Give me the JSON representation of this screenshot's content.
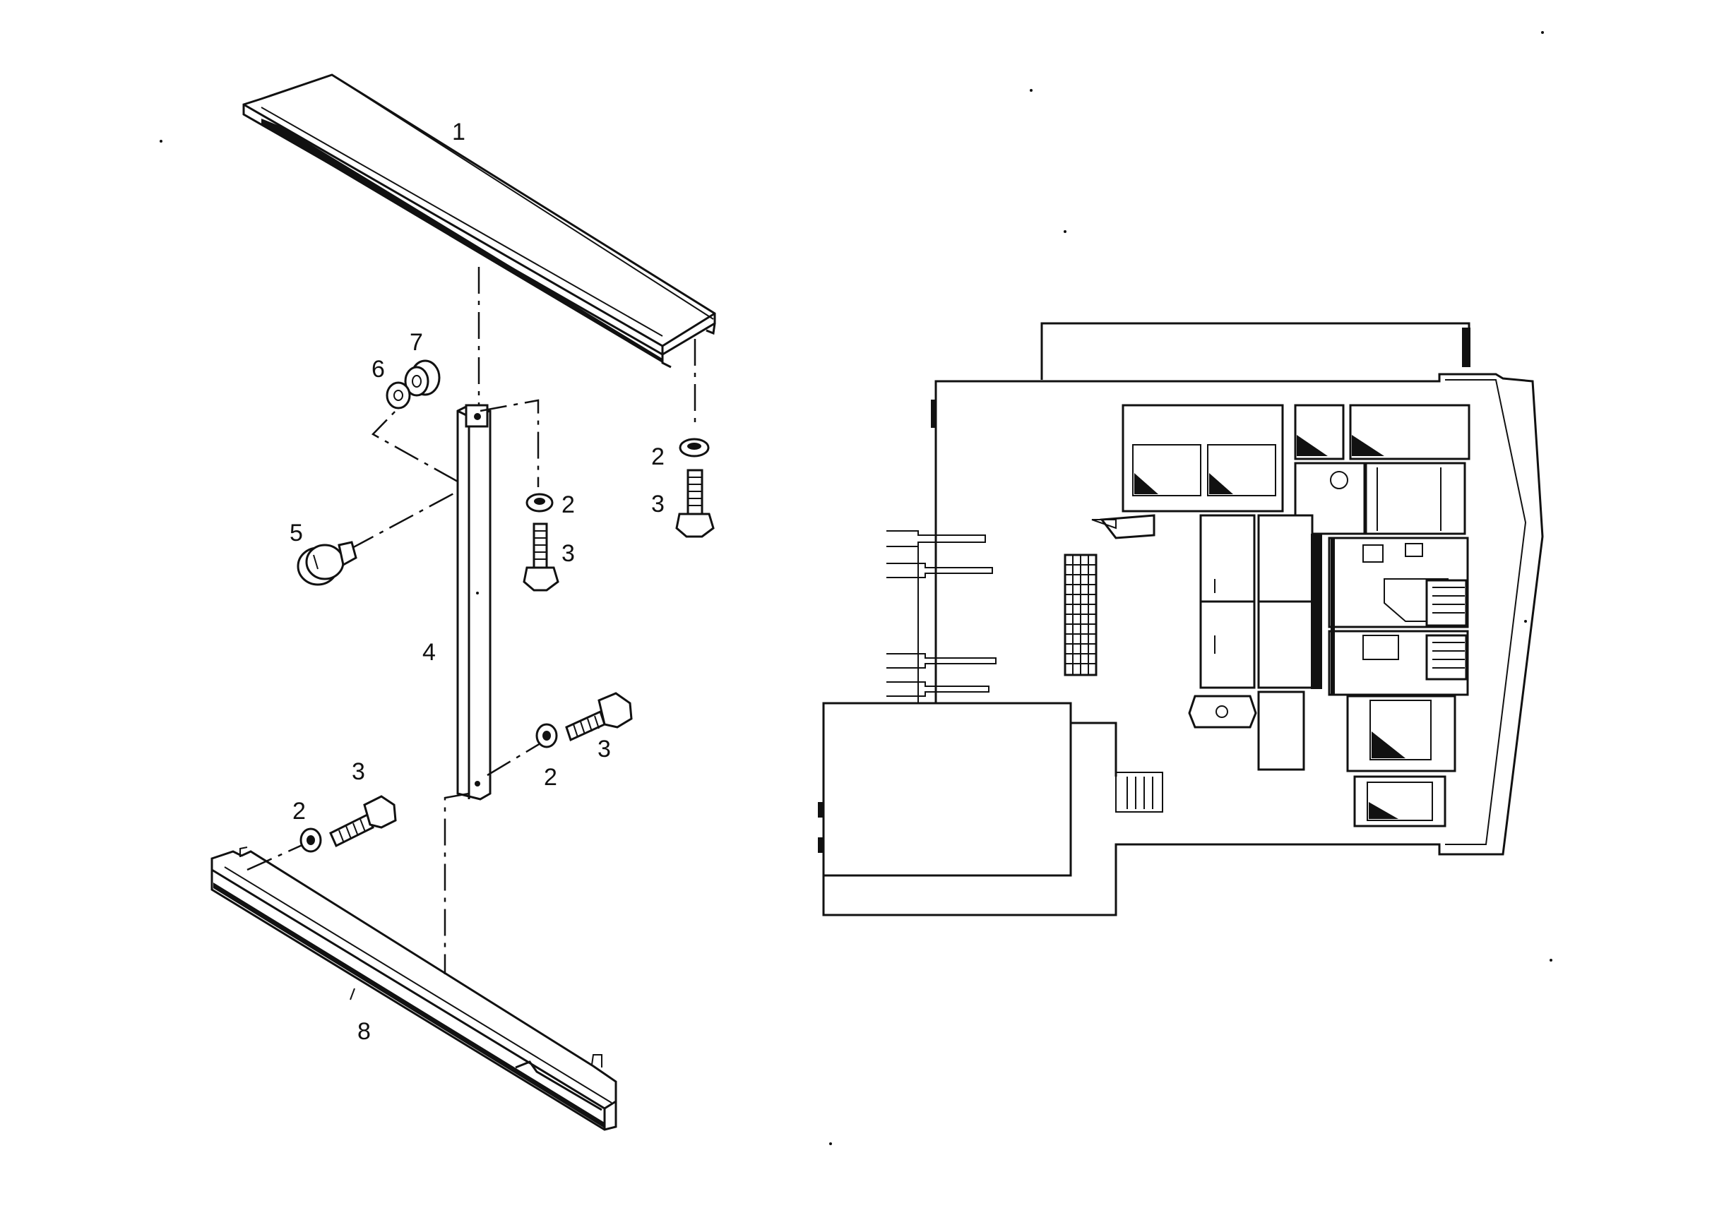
{
  "diagram": {
    "callouts": [
      {
        "id": "1",
        "text": "1"
      },
      {
        "id": "2",
        "text": "2"
      },
      {
        "id": "3",
        "text": "3"
      },
      {
        "id": "4",
        "text": "4"
      },
      {
        "id": "5",
        "text": "5"
      },
      {
        "id": "6",
        "text": "6"
      },
      {
        "id": "7",
        "text": "7"
      },
      {
        "id": "8",
        "text": "8"
      }
    ]
  },
  "colors": {
    "line": "#111111",
    "background": "#ffffff"
  }
}
